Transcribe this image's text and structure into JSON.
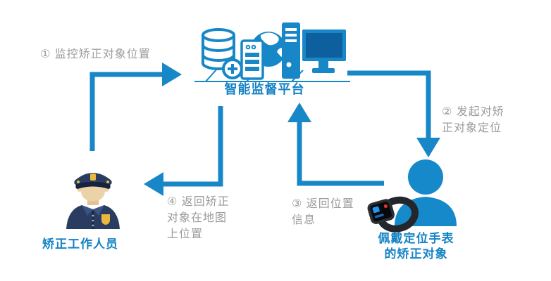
{
  "diagram": {
    "platform": {
      "label": "智能监督平台",
      "icons": [
        "database-plus-icon",
        "server-globe-icon",
        "desktop-computer-icon"
      ]
    },
    "steps": {
      "step1": {
        "text": "① 监控矫正对象位置"
      },
      "step2": {
        "text": "② 发起对矫\n正对象定位"
      },
      "step3": {
        "text": "③ 返回位置\n信息"
      },
      "step4": {
        "text": "④ 返回矫正\n对象在地图\n上位置"
      }
    },
    "actors": {
      "officer": {
        "label": "矫正工作人员",
        "icon": "police-officer-icon"
      },
      "subject": {
        "label": "佩戴定位手表\n的矫正对象",
        "icons": [
          "person-silhouette-icon",
          "smartwatch-icon"
        ]
      }
    },
    "colors": {
      "arrow_blue": "#1787c8",
      "label_blue": "#1583c5",
      "step_gray": "#9b9b9b"
    }
  }
}
